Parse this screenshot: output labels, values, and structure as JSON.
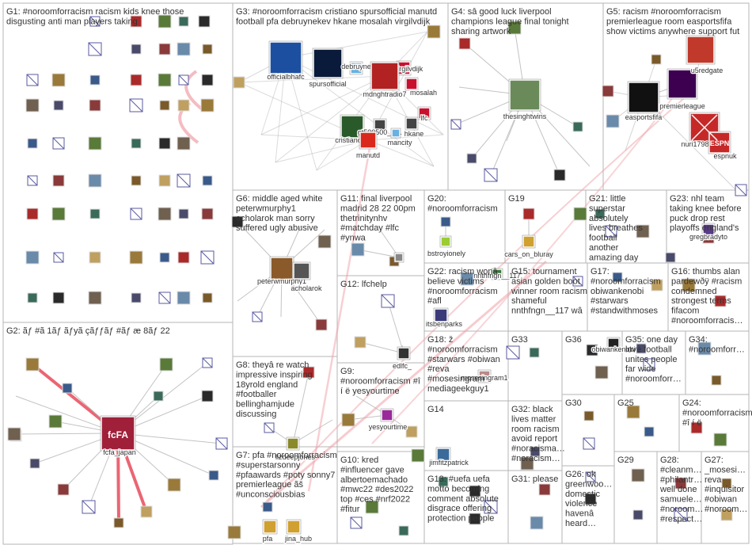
{
  "groups": [
    {
      "id": "G1",
      "label": "G1: #noroomforracism racism kids knee those disgusting anti man players taking"
    },
    {
      "id": "G2",
      "label": "G2: ãƒ #ã 1ãƒ ãƒyã çãƒƒãƒ #ãƒ æ 8ãƒ 22"
    },
    {
      "id": "G3",
      "label": "G3: #noroomforracism cristiano spursofficial manutd football pfa debruynekev hkane mosalah virgilvdijk"
    },
    {
      "id": "G4",
      "label": "G4: sâ good luck liverpool champions league final tonight sharing artwork"
    },
    {
      "id": "G5",
      "label": "G5: racism #noroomforracism premierleague room easportsfifa show victims anywhere support fut"
    },
    {
      "id": "G6",
      "label": "G6: middle aged white peterwmurphy1 acholarok man sorry suffered ugly abusive"
    },
    {
      "id": "G7",
      "label": "G7: pfa #noroomforracism #superstarsonny #pfaawards #poty sonny7 premierleague ãš #unconsciousbias"
    },
    {
      "id": "G8",
      "label": "G8: theyâ re watch impressive inspiring 18yrold england #footballer bellinghamjude discussing"
    },
    {
      "id": "G9",
      "label": "G9: #noroomforracism #î í ë yesyourtime"
    },
    {
      "id": "G10",
      "label": "G10: kred #influencer gave albertoemachado #mwc22 #des2022 top #ces #nrf2022 #fitur"
    },
    {
      "id": "G11",
      "label": "G11: final liverpool madrid 28 22 00pm thetrinitynhv #matchday #lfc #ynwa"
    },
    {
      "id": "G12",
      "label": "G12: lfchelp"
    },
    {
      "id": "G13",
      "label": "G13: #uefa uefa motto becoming comment absolute disgrace offering protection people"
    },
    {
      "id": "G14",
      "label": "G14"
    },
    {
      "id": "G15",
      "label": "G15: tournament asian golden boot winner room racism shameful nnthfngn__117 wâ"
    },
    {
      "id": "G16",
      "label": "G16: thumbs alan pardewðÿ #racism condemned strongest terms fifacom #noroomforracis…"
    },
    {
      "id": "G17",
      "label": "G17: #noroomforracism obiwankenobi #starwars #standwithmoses"
    },
    {
      "id": "G18",
      "label": "G18: ž #noroomforracism #starwars #obiwan #reva #mosesingram mediageekguy1"
    },
    {
      "id": "G19",
      "label": "G19"
    },
    {
      "id": "G20",
      "label": "G20: #noroomforracism"
    },
    {
      "id": "G21",
      "label": "G21: little superstar absolutely lives breathes football another amazing day incredible"
    },
    {
      "id": "G22",
      "label": "G22: racism wonâ believe victims #noroomforracism #afl"
    },
    {
      "id": "G23",
      "label": "G23: nhl team taking knee before puck drop rest playoffs england's"
    },
    {
      "id": "G24",
      "label": "G24: #noroomforracism #î í ë"
    },
    {
      "id": "G25",
      "label": "G25"
    },
    {
      "id": "G26",
      "label": "G26: ok greenwoo… domestic violence havenâ heard…"
    },
    {
      "id": "G27",
      "label": "G27: _mosesi… reva #inquisitor #obiwan #noroom…"
    },
    {
      "id": "G28",
      "label": "G28: #cleanm… #philantr… well done samuele… #noroom… #respect…"
    },
    {
      "id": "G29",
      "label": "G29"
    },
    {
      "id": "G30",
      "label": "G30"
    },
    {
      "id": "G31",
      "label": "G31: please"
    },
    {
      "id": "G32",
      "label": "G32: black lives matter room racism avoid report #noracisma… #noracism…"
    },
    {
      "id": "G33",
      "label": "G33"
    },
    {
      "id": "G34",
      "label": "G34: #noroomforr…"
    },
    {
      "id": "G35",
      "label": "G35: one day love football unites people far wide #noroomforr…"
    },
    {
      "id": "G36",
      "label": "G36"
    }
  ],
  "nodes": [
    {
      "id": "officialbhafc",
      "label": "officialbhafc",
      "color": "#1c4fa0"
    },
    {
      "id": "spursofficial",
      "label": "spursofficial",
      "color": "#0a1a3a"
    },
    {
      "id": "debruy",
      "label": "debruyne",
      "color": "#6ab0e0"
    },
    {
      "id": "virgilvdijk",
      "label": "virgilvdijk",
      "color": "#c8102e"
    },
    {
      "id": "mdnghtradio7",
      "label": "mdnghtradio7",
      "color": "#b22222"
    },
    {
      "id": "mosalah",
      "label": "mosalah",
      "color": "#c8102e"
    },
    {
      "id": "lfc",
      "label": "lfc",
      "color": "#c8102e"
    },
    {
      "id": "cristiano",
      "label": "cristiano",
      "color": "#2a5a2a"
    },
    {
      "id": "gt500500",
      "label": "gt500500_g…",
      "color": "#444"
    },
    {
      "id": "hkane",
      "label": "hkane",
      "color": "#444"
    },
    {
      "id": "mancity",
      "label": "mancity",
      "color": "#6ab0e0"
    },
    {
      "id": "manutd",
      "label": "manutd",
      "color": "#da291c"
    },
    {
      "id": "thesinghtwins",
      "label": "thesinghtwins",
      "color": "#6a8a5a"
    },
    {
      "id": "easportsfifa",
      "label": "easportsfifa",
      "color": "#111"
    },
    {
      "id": "premierleague",
      "label": "premierleague",
      "color": "#3d0050"
    },
    {
      "id": "u5redgate",
      "label": "u5redgate",
      "color": "#c0392b"
    },
    {
      "id": "nuri17989763",
      "label": "nuri17989763",
      "color": "#c62828"
    },
    {
      "id": "espnuk",
      "label": "espnuk",
      "color": "#c62828"
    },
    {
      "id": "fcfa_japan",
      "label": "fcfa_japan",
      "color": "#a0203a"
    },
    {
      "id": "peterwmurphy1",
      "label": "peterwmurphy1",
      "color": "#8a5a2a"
    },
    {
      "id": "acholarok",
      "label": "acholarok",
      "color": "#555"
    },
    {
      "id": "thetrinitynhv",
      "label": "",
      "color": "#888"
    },
    {
      "id": "edlfc",
      "label": "edlfc_",
      "color": "#333"
    },
    {
      "id": "bstroyionely",
      "label": "bstroyionely",
      "color": "#9acd32"
    },
    {
      "id": "cars_on_bluray",
      "label": "cars_on_bluray",
      "color": "#d0a030"
    },
    {
      "id": "nnthfngn",
      "label": "nnthfngn__117",
      "color": "#3a7a3a"
    },
    {
      "id": "itsbenparks",
      "label": "itsbenparks",
      "color": "#3a3a7a"
    },
    {
      "id": "obiwankenobi",
      "label": "obiwankenobi",
      "color": "#222"
    },
    {
      "id": "gregbradyto",
      "label": "gregbradyto",
      "color": "#5a3a8a"
    },
    {
      "id": "mediageekguy1",
      "label": "mosesingram1",
      "color": "#b88"
    },
    {
      "id": "yesyourtime",
      "label": "yesyourtime",
      "color": "#9a2a9a"
    },
    {
      "id": "jimfitzpatrick",
      "label": "jimfitzpatrick",
      "color": "#3a6a9a"
    },
    {
      "id": "lizdeepjones",
      "label": "lizdeepjones",
      "color": "#8a8a2a"
    },
    {
      "id": "pfa",
      "label": "pfa",
      "color": "#d0a030"
    },
    {
      "id": "jina_hub",
      "label": "jina_hub",
      "color": "#d0a030"
    }
  ],
  "colors": {
    "border": "#b5b5b5",
    "edge": "#b8b8b8",
    "heavy_edge": "#f0a0a8",
    "hub_edge": "#e84a5a",
    "label": "#333333"
  }
}
